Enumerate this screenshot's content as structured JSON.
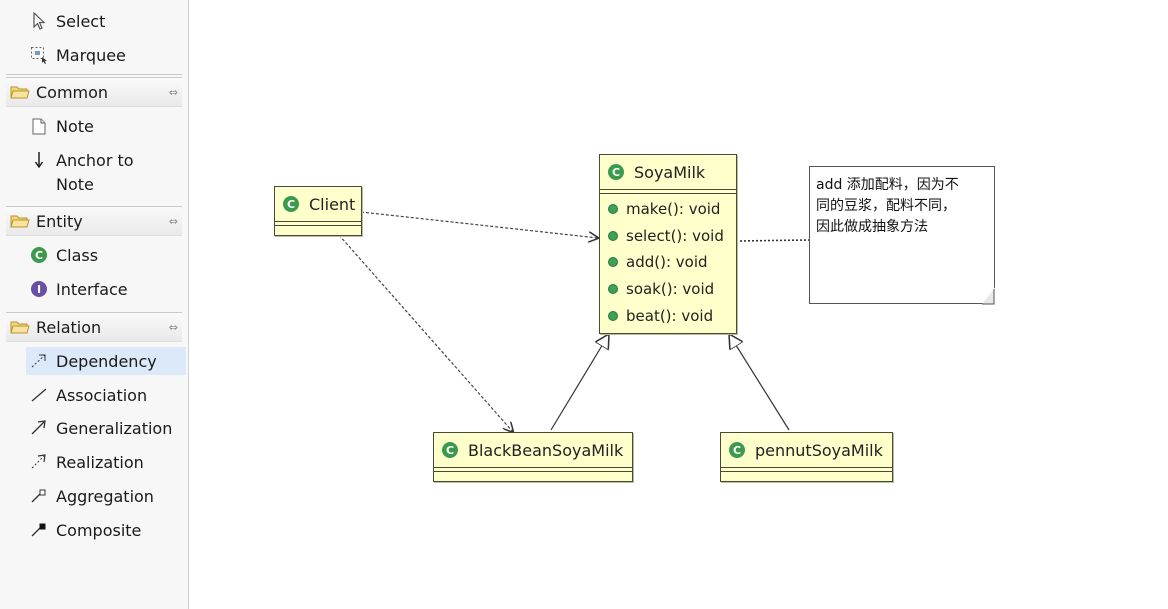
{
  "palette": {
    "tools": [
      "Select",
      "Marquee"
    ],
    "groups": [
      {
        "label": "Common",
        "items": [
          "Note",
          "Anchor to",
          "Note"
        ]
      },
      {
        "label": "Entity",
        "items": [
          "Class",
          "Interface"
        ]
      },
      {
        "label": "Relation",
        "items": [
          "Dependency",
          "Association",
          "Generalization",
          "Realization",
          "Aggregation",
          "Composite"
        ]
      }
    ],
    "collapse_glyph": "⇔",
    "selected_item": "Dependency"
  },
  "diagram": {
    "classes": {
      "client": {
        "name": "Client"
      },
      "soyamilk": {
        "name": "SoyaMilk",
        "methods": [
          "make(): void",
          "select(): void",
          "add(): void",
          "soak(): void",
          "beat(): void"
        ]
      },
      "blackbean": {
        "name": "BlackBeanSoyaMilk"
      },
      "pennut": {
        "name": "pennutSoyaMilk"
      }
    },
    "note": {
      "lines": [
        "add 添加配料，因为不",
        "同的豆浆，配料不同，",
        "因此做成抽象方法"
      ]
    },
    "colors": {
      "class_fill": "#ffffcc",
      "class_icon": "#3b9a4d",
      "interface_icon": "#6a4fa6",
      "selection": "#dbe9f8"
    }
  }
}
